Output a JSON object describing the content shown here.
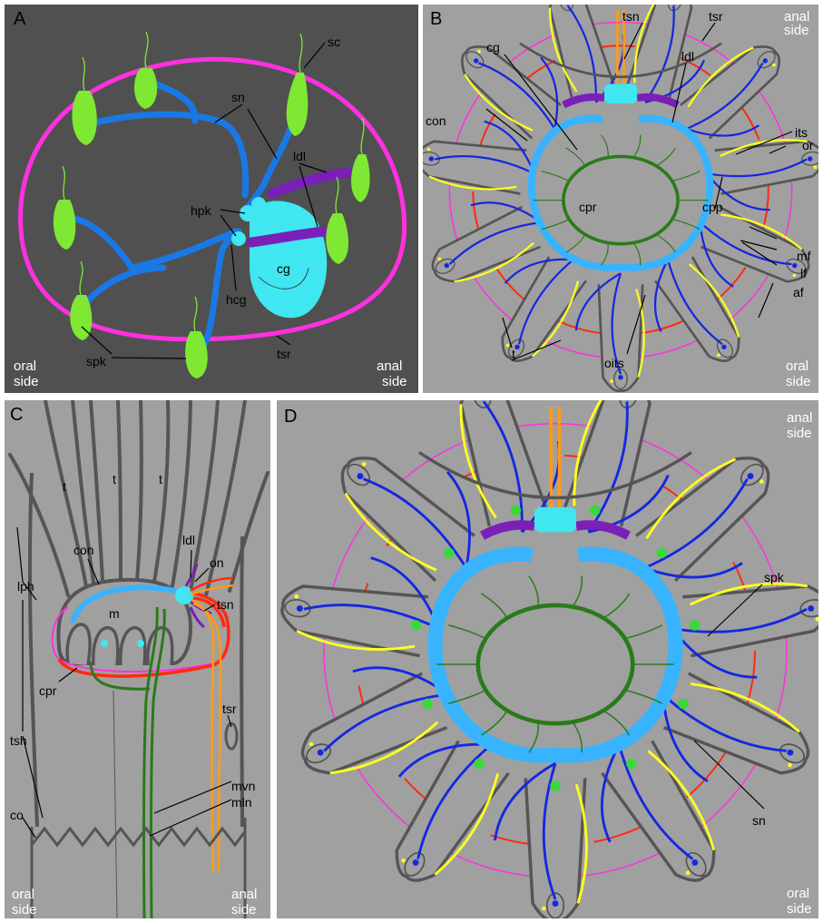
{
  "colors": {
    "background_a": "#505050",
    "background_b": "#a0a0a0",
    "cilia_cells": "#7ee832",
    "sensory_nerve": "#1a78e6",
    "light_blue_ring": "#38b4ff",
    "cyan_ganglion": "#40e6f0",
    "purple_ldl": "#7a1fb8",
    "magenta_ring": "#ff30e0",
    "red_ring": "#ff2a10",
    "orange_tsn": "#ff9a1a",
    "yellow_lf": "#ffff20",
    "blue_mf": "#1428e0",
    "green_cpr": "#2a7a1a",
    "tentacle_outline": "#555555"
  },
  "panel_a": {
    "letter": "A",
    "labels": {
      "sc": "sc",
      "sn": "sn",
      "ldl": "ldl",
      "hpk": "hpk",
      "cg": "cg",
      "hcg": "hcg",
      "spk": "spk",
      "tsr": "tsr"
    },
    "side_left": [
      "oral",
      "side"
    ],
    "side_right": [
      "anal",
      "side"
    ]
  },
  "panel_b": {
    "letter": "B",
    "labels": {
      "tsn": "tsn",
      "tsr": "tsr",
      "cg": "cg",
      "ldl": "ldl",
      "con": "con",
      "its": "its",
      "or": "or",
      "cpr": "cpr",
      "cpp": "cpp",
      "mf": "mf",
      "lf": "lf",
      "af": "af",
      "t": "t",
      "oits": "oits"
    },
    "side_top": [
      "anal",
      "side"
    ],
    "side_bottom": [
      "oral",
      "side"
    ]
  },
  "panel_c": {
    "letter": "C",
    "labels": {
      "t1": "t",
      "t2": "t",
      "t3": "t",
      "ldl": "ldl",
      "con": "con",
      "on": "on",
      "lph": "lph",
      "m": "m",
      "tsn": "tsn",
      "cpr": "cpr",
      "tsr": "tsr",
      "tsh": "tsh",
      "mvn": "mvn",
      "mln": "mln",
      "co": "co"
    },
    "side_left": [
      "oral",
      "side"
    ],
    "side_right": [
      "anal",
      "side"
    ]
  },
  "panel_d": {
    "letter": "D",
    "labels": {
      "spk": "spk",
      "sn": "sn"
    },
    "side_top": [
      "anal",
      "side"
    ],
    "side_bottom": [
      "oral",
      "side"
    ]
  }
}
